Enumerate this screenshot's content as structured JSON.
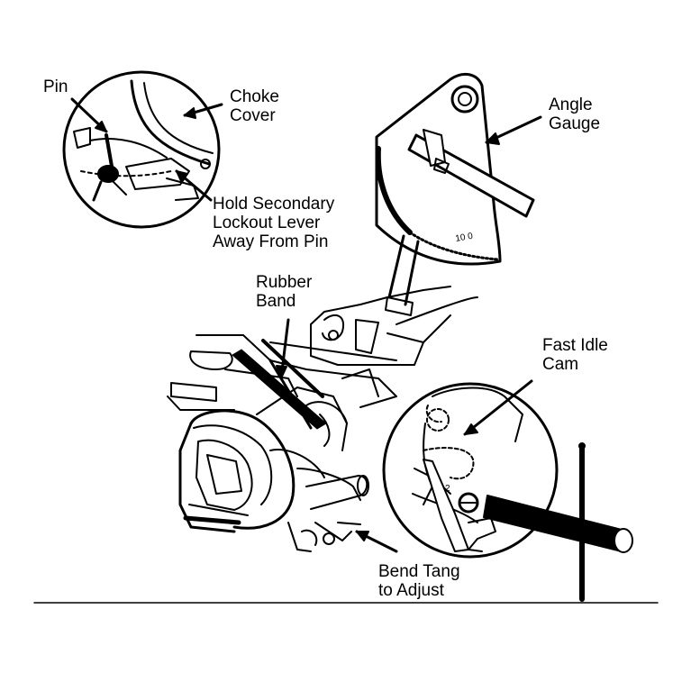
{
  "labels": {
    "pin": "Pin",
    "choke_cover": [
      "Choke",
      "Cover"
    ],
    "hold_secondary": [
      "Hold Secondary",
      "Lockout Lever",
      "Away From Pin"
    ],
    "angle_gauge": [
      "Angle",
      "Gauge"
    ],
    "rubber_band": [
      "Rubber",
      "Band"
    ],
    "fast_idle_cam": [
      "Fast Idle",
      "Cam"
    ],
    "bend_tang": [
      "Bend Tang",
      "to Adjust"
    ],
    "gauge_marking": "10 0"
  },
  "colors": {
    "ink": "#000000",
    "paper": "#ffffff"
  }
}
